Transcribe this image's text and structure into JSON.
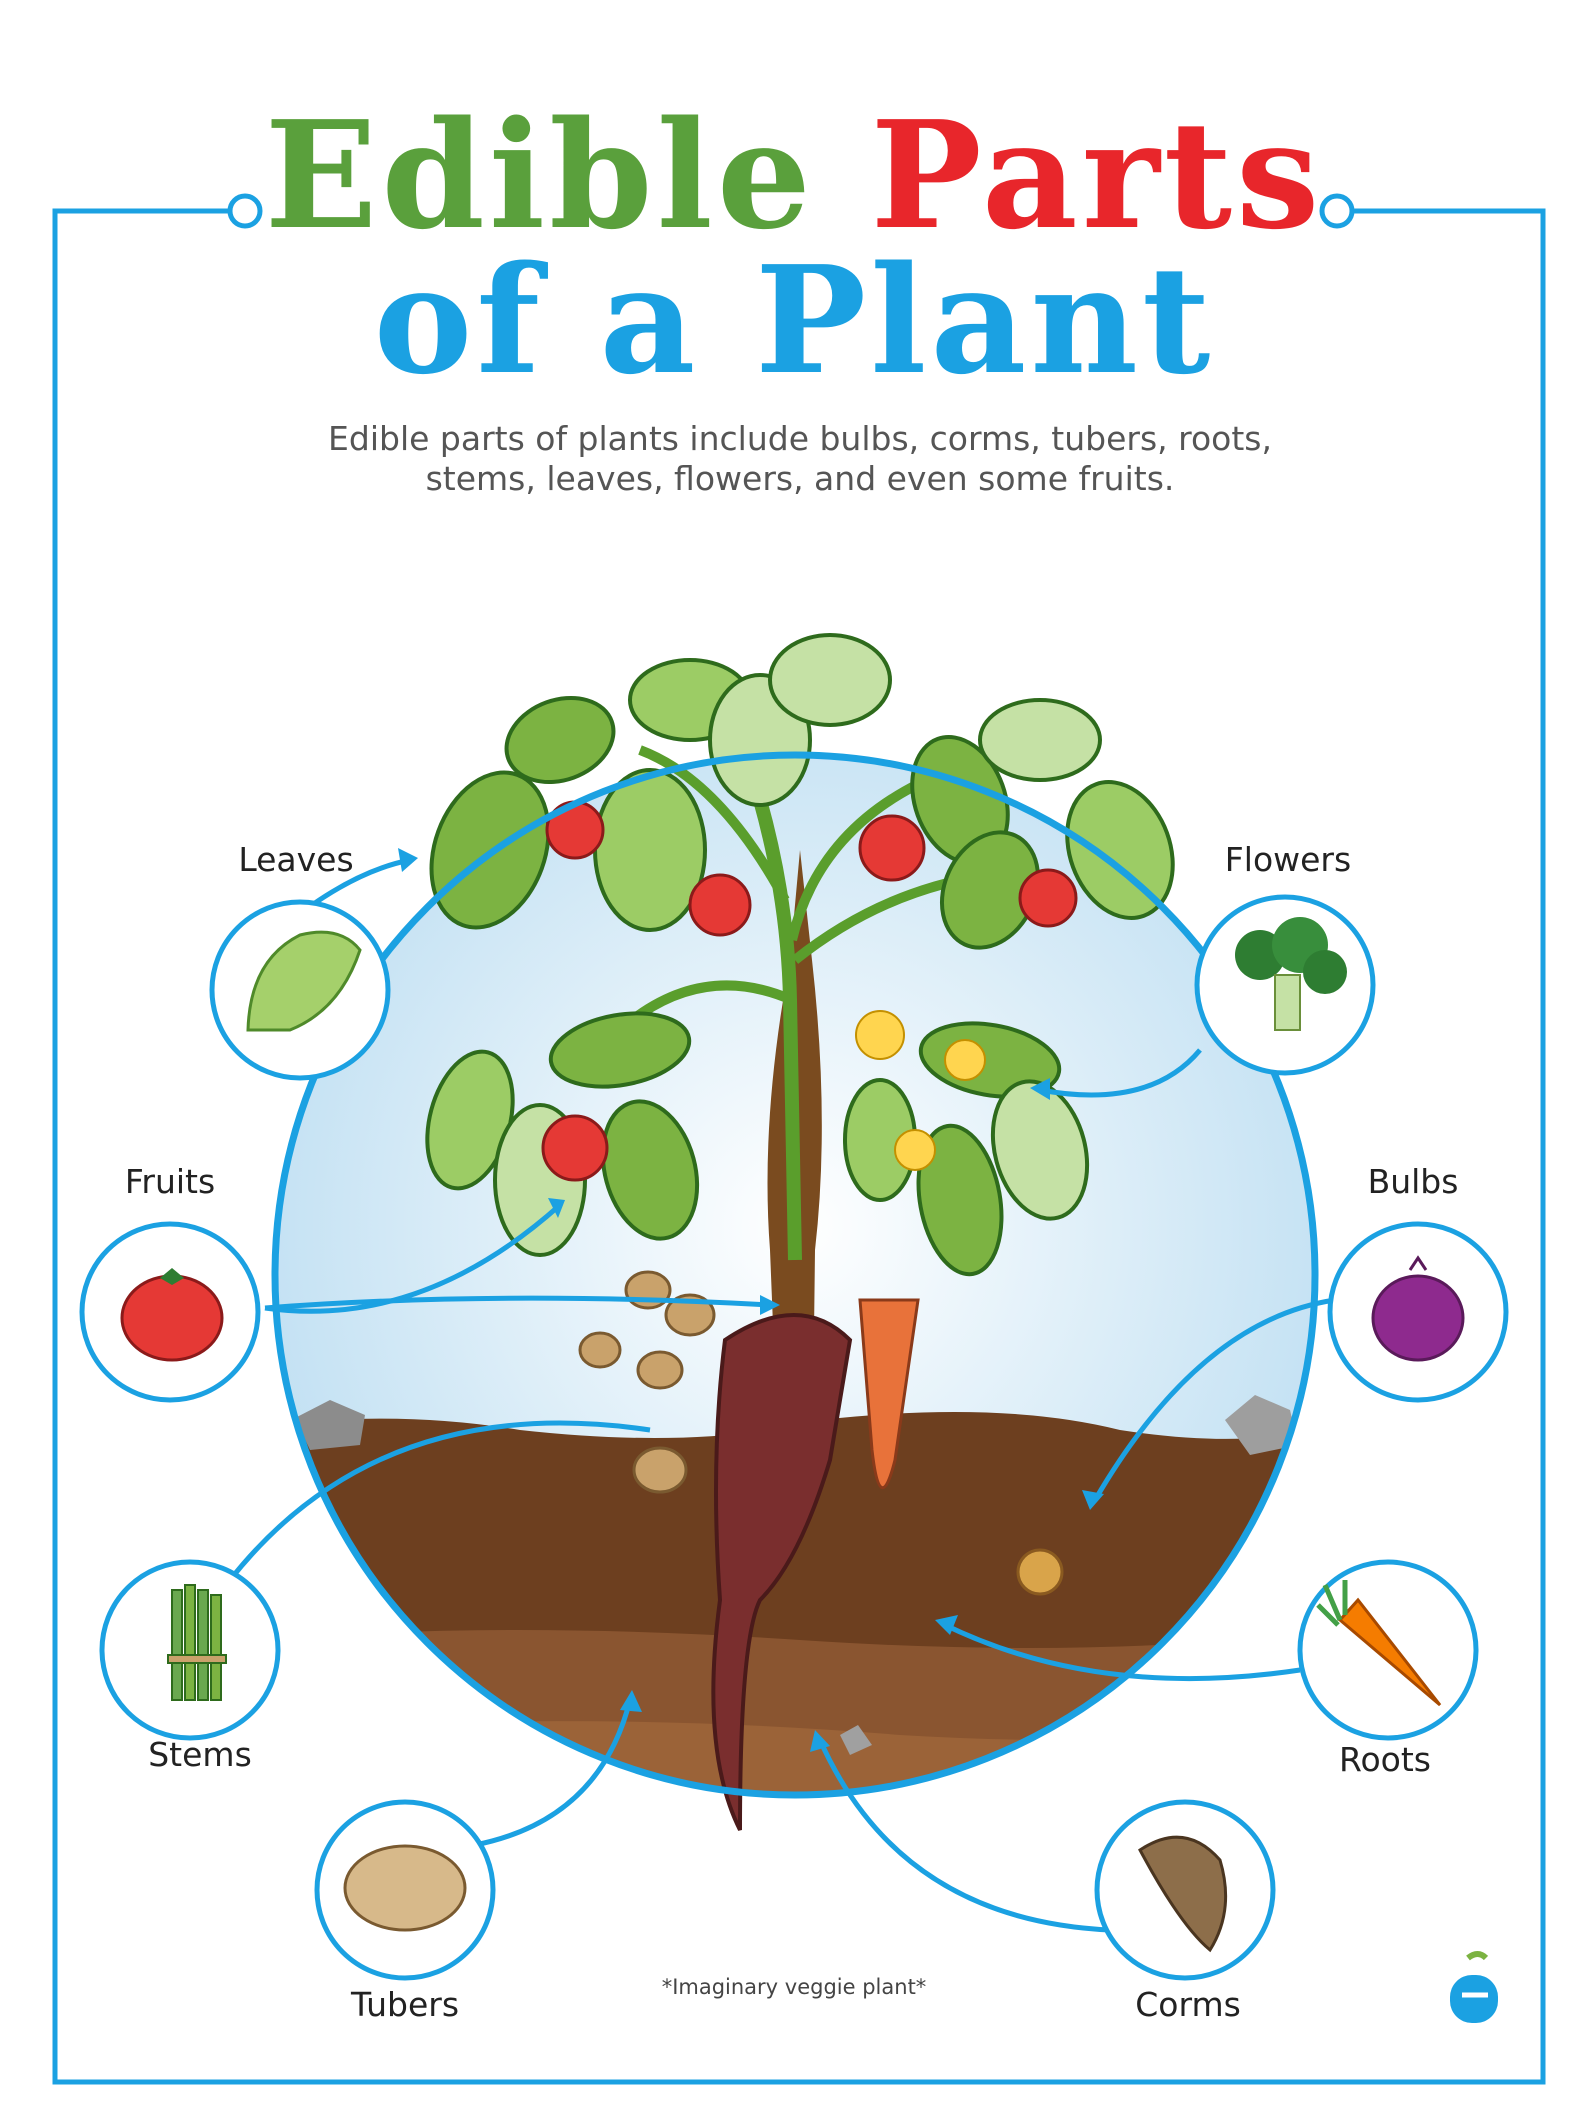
{
  "title": {
    "line1_part1": "Edible",
    "line1_part2": "Parts",
    "line2": "of a Plant"
  },
  "intro": {
    "line1": "Edible parts of plants include bulbs, corms, tubers, roots,",
    "line2": "stems, leaves, flowers, and even some fruits."
  },
  "labels": {
    "leaves": "Leaves",
    "flowers": "Flowers",
    "fruits": "Fruits",
    "bulbs": "Bulbs",
    "stems": "Stems",
    "roots": "Roots",
    "tubers": "Tubers",
    "corms": "Corms"
  },
  "footnote": "*Imaginary veggie plant*",
  "colors": {
    "green_title": "#5aa03c",
    "red_title": "#e8262b",
    "blue": "#1ba1e2",
    "leaf": "#7cb342",
    "soil": "#6d3f1f",
    "tomato": "#e53935"
  },
  "icons": {
    "leaves": "lettuce-icon",
    "flowers": "broccoli-icon",
    "fruits": "tomato-icon",
    "bulbs": "onion-icon",
    "stems": "asparagus-icon",
    "roots": "carrot-icon",
    "tubers": "potato-icon",
    "corms": "taro-icon",
    "logo": "education-logo-icon"
  }
}
